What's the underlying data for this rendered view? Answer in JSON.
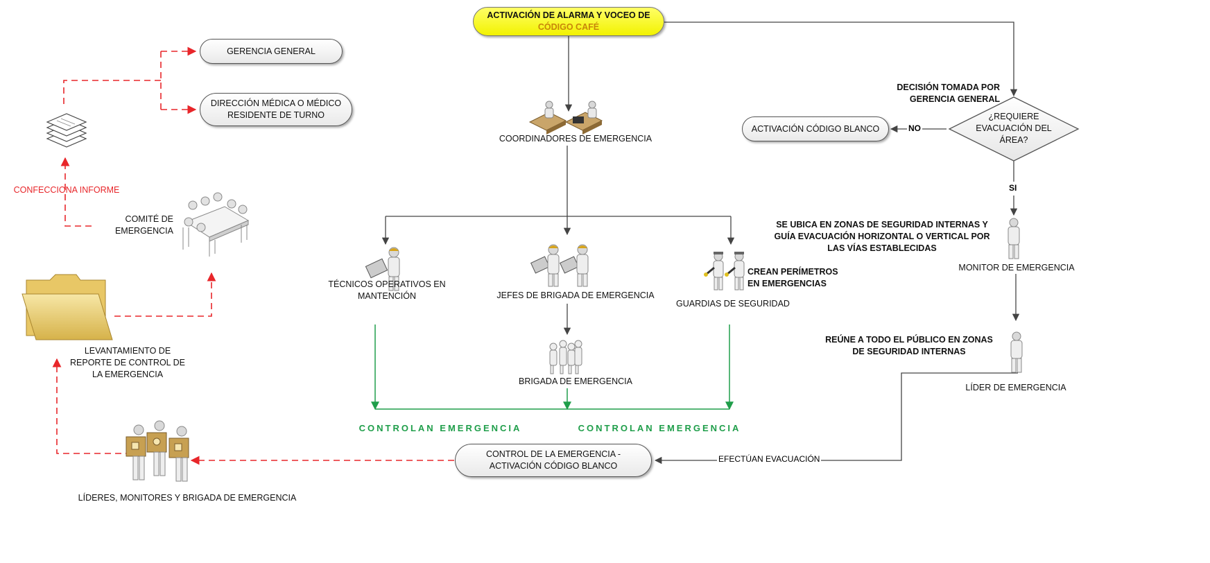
{
  "start": {
    "line1": "ACTIVACIÓN DE ALARMA Y VOCEO DE",
    "line2": "CÓDIGO CAFÉ"
  },
  "coordinators": {
    "label": "COORDINADORES DE EMERGENCIA"
  },
  "tecnicos": {
    "label": "TÉCNICOS OPERATIVOS EN\nMANTENCIÓN"
  },
  "jefes": {
    "label": "JEFES DE BRIGADA DE EMERGENCIA"
  },
  "guardias": {
    "label": "GUARDIAS DE SEGURIDAD",
    "note": "CREAN PERÍMETROS\nEN EMERGENCIAS"
  },
  "brigada": {
    "label": "BRIGADA DE EMERGENCIA"
  },
  "controlan": {
    "left": "CONTROLAN EMERGENCIA",
    "right": "CONTROLAN EMERGENCIA"
  },
  "decision": {
    "note": "DECISIÓN TOMADA POR\nGERENCIA GENERAL",
    "question": "¿REQUIERE\nEVACUACIÓN DEL\nÁREA?",
    "no": "NO",
    "si": "SI"
  },
  "codigo_blanco": {
    "label": "ACTIVACIÓN CÓDIGO BLANCO"
  },
  "monitor": {
    "note": "SE UBICA EN ZONAS DE SEGURIDAD INTERNAS Y\nGUÍA EVACUACIÓN HORIZONTAL O VERTICAL POR\nLAS VÍAS ESTABLECIDAS",
    "label": "MONITOR DE EMERGENCIA"
  },
  "lider": {
    "note": "REÚNE A TODO EL PÚBLICO EN ZONAS\nDE SEGURIDAD INTERNAS",
    "label": "LÍDER DE EMERGENCIA"
  },
  "efectuan": {
    "label": "EFECTÚAN EVACUACIÓN"
  },
  "control": {
    "label": "CONTROL DE LA EMERGENCIA -\nACTIVACIÓN CÓDIGO BLANCO"
  },
  "lideres_grupo": {
    "label": "LÍDERES, MONITORES Y BRIGADA DE EMERGENCIA"
  },
  "reporte": {
    "label": "LEVANTAMIENTO DE\nREPORTE DE CONTROL DE\nLA EMERGENCIA"
  },
  "comite": {
    "label": "COMITÉ DE\nEMERGENCIA"
  },
  "informe": {
    "label": "CONFECCIONA INFORME"
  },
  "gerencia": {
    "label": "GERENCIA GENERAL"
  },
  "direccion": {
    "label": "DIRECCIÓN MÉDICA O MÉDICO\nRESIDENTE DE TURNO"
  },
  "colors": {
    "connector": "#444444",
    "green": "#1f9e4a",
    "red": "#e8262a",
    "start_fill": "#ffff33",
    "cafe_text": "#c8860a"
  }
}
